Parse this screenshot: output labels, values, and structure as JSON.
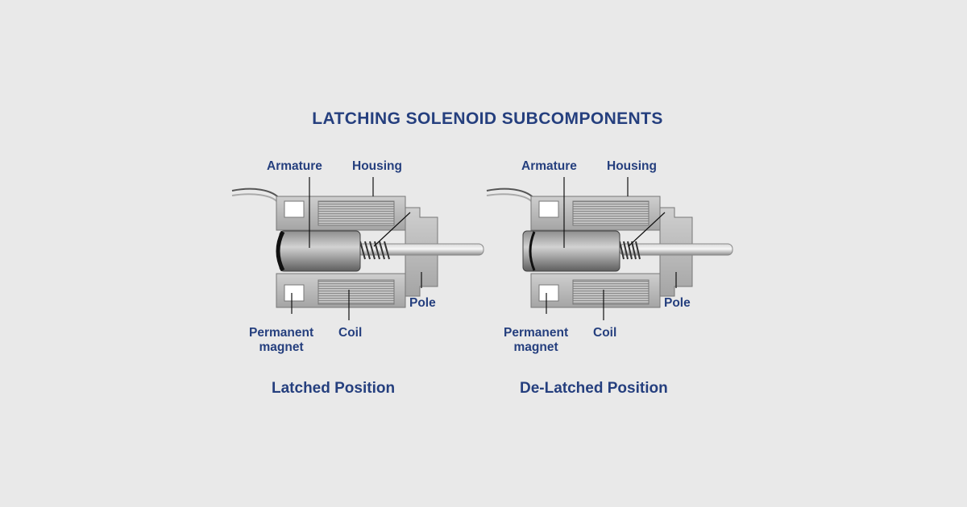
{
  "title": "LATCHING SOLENOID SUBCOMPONENTS",
  "labels": {
    "armature": "Armature",
    "housing": "Housing",
    "pole": "Pole",
    "permanent_magnet": "Permanent\nmagnet",
    "coil": "Coil"
  },
  "diagrams": [
    {
      "caption": "Latched Position"
    },
    {
      "caption": "De-Latched Position"
    }
  ],
  "colors": {
    "label_text": "#253f7e",
    "background": "#e9e9e9",
    "leader_line": "#111111"
  }
}
